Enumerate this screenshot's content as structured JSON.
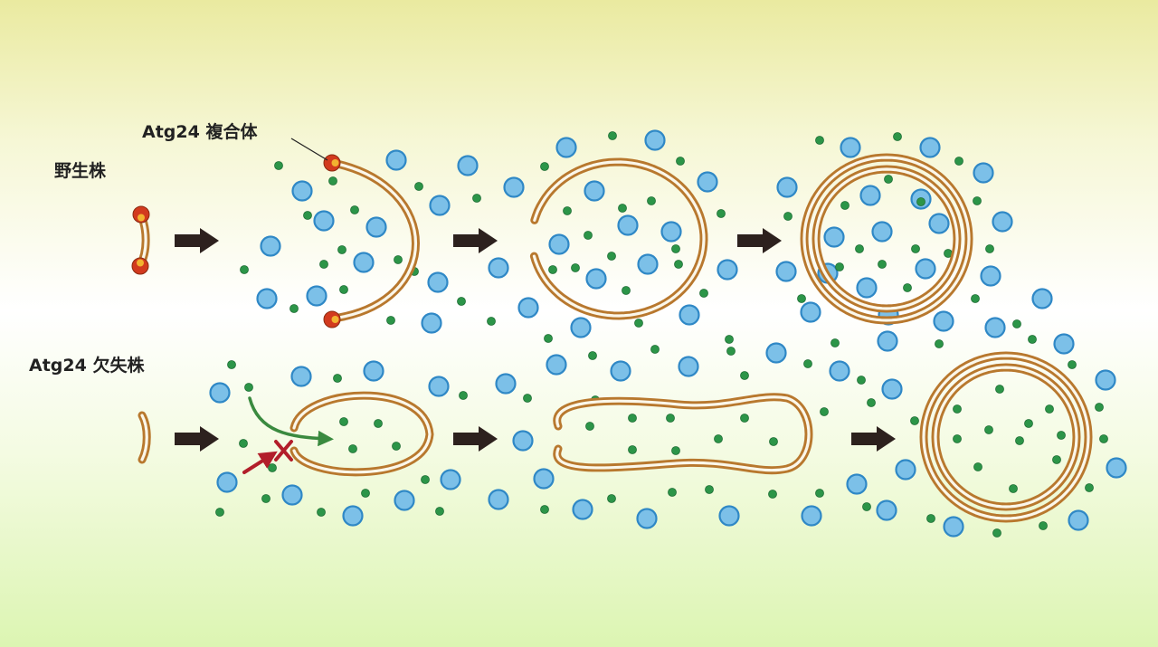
{
  "labels": {
    "wild_type": "野生株",
    "mutant": "Atg24 欠失株",
    "complex": "Atg24 複合体"
  },
  "colors": {
    "membrane": "#b8782e",
    "membrane_inner": "#fbf7ea",
    "complex_fill": "#d23a1e",
    "complex_center": "#f2b330",
    "vesicle_fill": "#7cc0e8",
    "vesicle_ring": "#2f88c6",
    "dot": "#2c9548",
    "arrow": "#2d211e",
    "green_arrow": "#3a8a3f",
    "red_arrow": "#b21e2a"
  },
  "icons": {
    "blocked": "x-mark"
  }
}
